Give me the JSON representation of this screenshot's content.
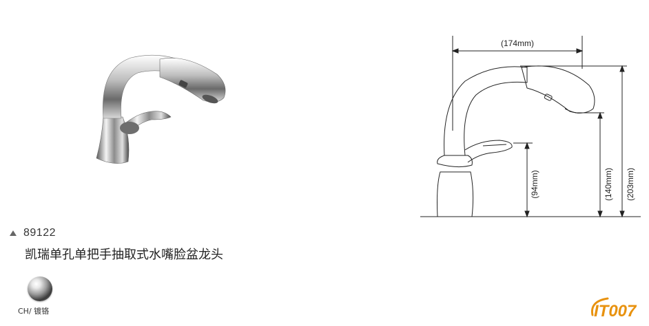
{
  "product": {
    "model_number": "89122",
    "name": "凯瑞单孔单把手抽取式水嘴脸盆龙头",
    "finish_label": "CH/ 镀铬"
  },
  "drawing": {
    "width_label": "(174mm)",
    "height_spout_label": "(140mm)",
    "height_total_label": "(203mm)",
    "height_handle_label": "(94mm)"
  },
  "logo": {
    "text": "IT007"
  },
  "colors": {
    "logo_orange": "#e8920f",
    "line": "#222222"
  }
}
